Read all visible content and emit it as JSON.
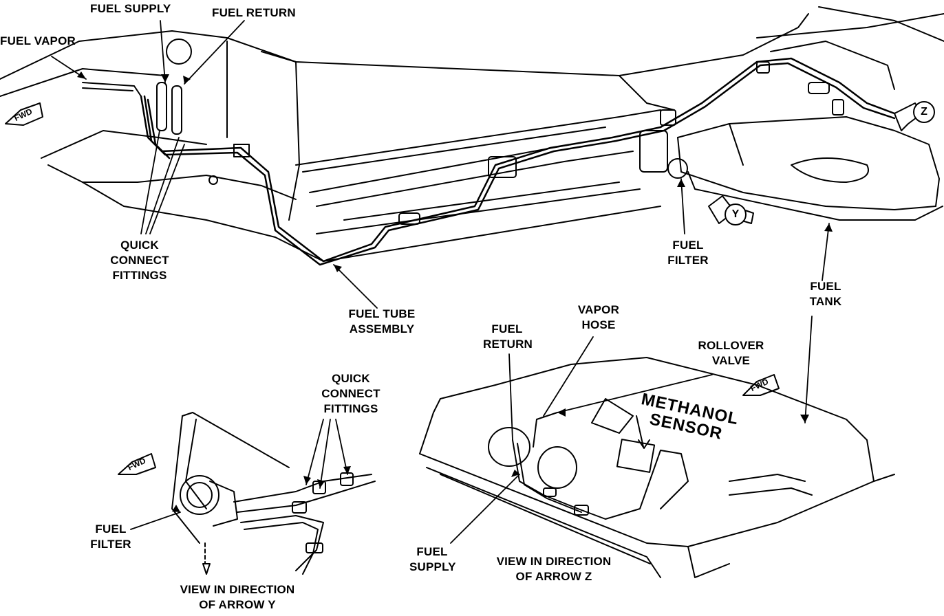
{
  "labels": {
    "fuel_supply_top": "FUEL SUPPLY",
    "fuel_return_top": "FUEL RETURN",
    "fuel_vapor": "FUEL VAPOR",
    "quick_connect_top": [
      "QUICK",
      "CONNECT",
      "FITTINGS"
    ],
    "fuel_tube_assembly": [
      "FUEL TUBE",
      "ASSEMBLY"
    ],
    "fuel_filter_top": [
      "FUEL",
      "FILTER"
    ],
    "fuel_tank": [
      "FUEL",
      "TANK"
    ],
    "quick_connect_bottom": [
      "QUICK",
      "CONNECT",
      "FITTINGS"
    ],
    "fuel_filter_bottom": [
      "FUEL",
      "FILTER"
    ],
    "view_y": [
      "VIEW IN DIRECTION",
      "OF ARROW Y"
    ],
    "fuel_return_bottom": [
      "FUEL",
      "RETURN"
    ],
    "vapor_hose": [
      "VAPOR",
      "HOSE"
    ],
    "rollover_valve": [
      "ROLLOVER",
      "VALVE"
    ],
    "methanol_sensor": [
      "METHANOL",
      "SENSOR"
    ],
    "fuel_supply_bottom": [
      "FUEL",
      "SUPPLY"
    ],
    "view_z": [
      "VIEW IN DIRECTION",
      "OF ARROW Z"
    ]
  },
  "markers": {
    "fwd": "FWD",
    "arrow_y": "Y",
    "arrow_z": "Z"
  },
  "colors": {
    "ink": "#000000",
    "paper": "#ffffff"
  }
}
